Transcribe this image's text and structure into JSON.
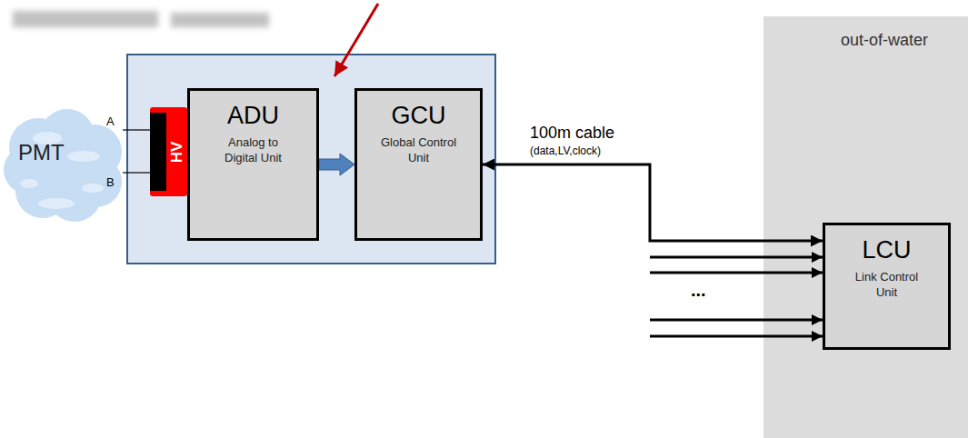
{
  "diagram": {
    "nodes": [
      {
        "text": [
          "PMT"
        ]
      },
      {
        "text": [
          "HV"
        ]
      },
      {
        "text": [
          "ADU",
          "Analog to Digital Unit"
        ]
      },
      {
        "text": [
          "GCU",
          "Global Control Unit"
        ]
      },
      {
        "text": [
          "out-of-water"
        ]
      },
      {
        "text": [
          "LCU",
          "Link Control Unit"
        ],
        "in": 4
      }
    ],
    "edges": [
      {
        "from": 0,
        "to": 1,
        "label": "A",
        "arrow": "none"
      },
      {
        "from": 0,
        "to": 1,
        "label": "B",
        "arrow": "none"
      },
      {
        "from": 2,
        "to": 3,
        "arrow": "to"
      },
      {
        "from": 3,
        "to": 5,
        "label": "100m cable",
        "arrow": "both"
      }
    ],
    "labels": [
      "(data,LV,clock)",
      "..."
    ]
  }
}
